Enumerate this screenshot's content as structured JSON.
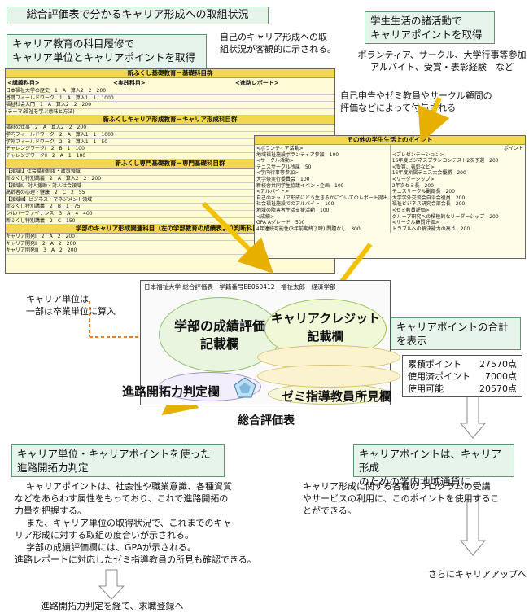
{
  "title": "総合評価表で分かるキャリア形成への取組状況",
  "top_left": {
    "box": [
      "キャリア教育の科目履修で",
      "キャリア単位とキャリアポイントを取得"
    ],
    "note": [
      "自己のキャリア形成への取",
      "組状況が客観的に示される。"
    ]
  },
  "top_right": {
    "box": [
      "学生生活の諸活動で",
      "キャリアポイントを取得"
    ],
    "note": [
      "ボランティア、サークル、大学行事等参加",
      "アルバイト、受賞・表彰経験　など"
    ],
    "note2": [
      "自己申告やゼミ教員やサークル顧問の",
      "評価などによって付与される"
    ]
  },
  "sheet_left": {
    "bands": [
      "新ふくし基礎教育－基礎科目群",
      "新ふくしキャリア形成教育－キャリア形成科目群",
      "新ふくし専門基礎教育－専門基礎科目群",
      "学部のキャリア形成関連科目（左の学部教育の成績表より判断科目）"
    ],
    "heads": [
      "<講義科目>",
      "<実践科目>",
      "<進路レポート>"
    ],
    "rows": [
      "日本福祉大学の歴史　1　A　算入2　2　200",
      "基礎フィールドワーク　1　A　算入1　1　1000",
      "福祉社会入門　1　A　算入2　2　200",
      "(テーマ:福祉を学ぶ意味と方法)",
      "福祉の仕事　2　A　算入2　2　200",
      "学内フィールドワーク　2　A　算入1　1　1000",
      "学外フィールドワーク　2　B　算入1　1　50",
      "チャレンジワークⅠ　2　B　1　100",
      "チャレンジワークⅡ　2　A　1　100",
      "【領域Ⅰ】社会福祉制度・政策領域",
      "新ふくし特別講義　2　A　算入2　2　200",
      "【領域Ⅱ】対人援助・対人社会領域",
      "高齢者の心理・健康　2　C　2　55",
      "【領域Ⅲ】ビジネス・マネジメント領域",
      "新ふくし特別講義　2　B　1　75",
      "シルバーファイナンス　3　A　4　400",
      "新ふくし特別講義　2　C　150",
      "キャリア開発Ⅰ　2　A　2　200",
      "キャリア開発Ⅱ　2　A　2　200",
      "キャリア開発Ⅲ　3　A　2　200"
    ]
  },
  "sheet_right": {
    "header": "その他の学生生活上のポイント",
    "col": "ポイント",
    "left_rows": [
      "<ボランティア活動>",
      "地域福祉施設ボランティア参加　100",
      "<サークル活動>",
      "テニスサークル所属　50",
      "<学内行事等参加>",
      "大学祭実行委員会　100",
      "新校舎共同学生協議イベント企画　100",
      "<アルバイト>",
      "自己のキャリア形成にどう生きるかについてのレポート提出",
      "社会福祉施設でのアルバイト　100",
      "地域の障害者生活支援活動　100",
      "<成績>",
      "GPA Aグレード　500",
      "4年連続可能性(3年前期終了時) 問題なし　300"
    ],
    "right_rows": [
      "<プレゼンテーション>",
      "16年度ビジネスプランコンテスト2次予選　200",
      "<受賞、表彰など>",
      "16年度所属テニス大会優勝　200",
      "<リーダーシップ>",
      "2年次ゼミ長　200",
      "テニスサークル副部長　200",
      "大学学外交流会自治会役員　200",
      "福祉ビジネス研究会部会長　200",
      "<ゼミ教員評価>",
      "グループ研究への積極的なリーダーシップ　200",
      "<サークル顧問評価>",
      "トラブルへの解決能力の高さ　200"
    ]
  },
  "form": {
    "header": "日本福祉大学 総合評価表　学籍番号EE060412　福祉太郎　経済学部",
    "grades": [
      "学部の成績評価",
      "記載欄"
    ],
    "credit": [
      "キャリアクレジット",
      "記載欄"
    ],
    "path": "進路開拓力判定欄",
    "seminar": "ゼミ指導教員所見欄",
    "caption": "総合評価表"
  },
  "left_note": [
    "キャリア単位は",
    "一部は卒業単位に算入"
  ],
  "total_box": [
    "キャリアポイントの合計",
    "を表示"
  ],
  "summary": [
    {
      "label": "累積ポイント",
      "value": "27570点"
    },
    {
      "label": "使用済ポイント",
      "value": "7000点"
    },
    {
      "label": "使用可能",
      "value": "20570点"
    }
  ],
  "bottom_left": {
    "box": [
      "キャリア単位・キャリアポイントを使った",
      "進路開拓力判定"
    ],
    "p1": [
      "キャリアポイントは、社会性や職業意識、各種資質",
      "などをあらわす属性をもっており、これで進路開拓の",
      "力量を把握する。"
    ],
    "p2": [
      "また、キャリア単位の取得状況で、これまでのキャ",
      "リア形成に対する取組の度合いが示される。"
    ],
    "p3": [
      "学部の成績評価欄には、GPAが示される。",
      "進路レポートに対応したゼミ指導教員の所見も確認できる。"
    ],
    "final": "進路開拓力判定を経て、求職登録へ"
  },
  "bottom_right": {
    "box": [
      "キャリアポイントは、キャリア形成",
      "のための学内地域通貨に"
    ],
    "p": [
      "キャリア形成に関する各種のプログラムの受講",
      "やサービスの利用に、このポイントを使用するこ",
      "とができる。"
    ],
    "final": "さらにキャリアアップへ"
  }
}
